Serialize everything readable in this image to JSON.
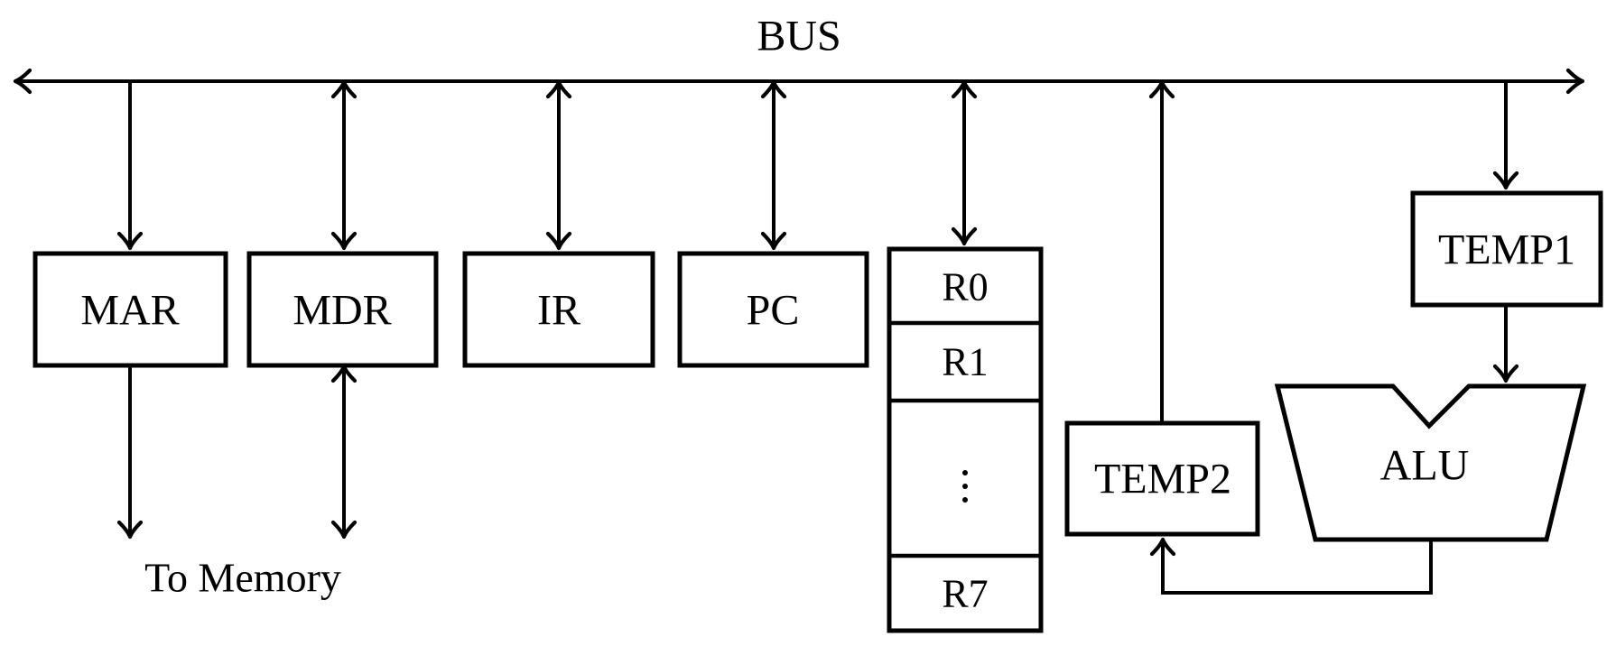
{
  "diagram": {
    "bus_label": "BUS",
    "boxes": {
      "mar": "MAR",
      "mdr": "MDR",
      "ir": "IR",
      "pc": "PC",
      "temp1": "TEMP1",
      "temp2": "TEMP2",
      "alu": "ALU"
    },
    "register_file": {
      "registers": [
        "R0",
        "R1",
        "⋮",
        "R7"
      ]
    },
    "annotations": {
      "to_memory": "To Memory"
    },
    "colors": {
      "stroke": "#000000",
      "background": "#ffffff"
    }
  }
}
